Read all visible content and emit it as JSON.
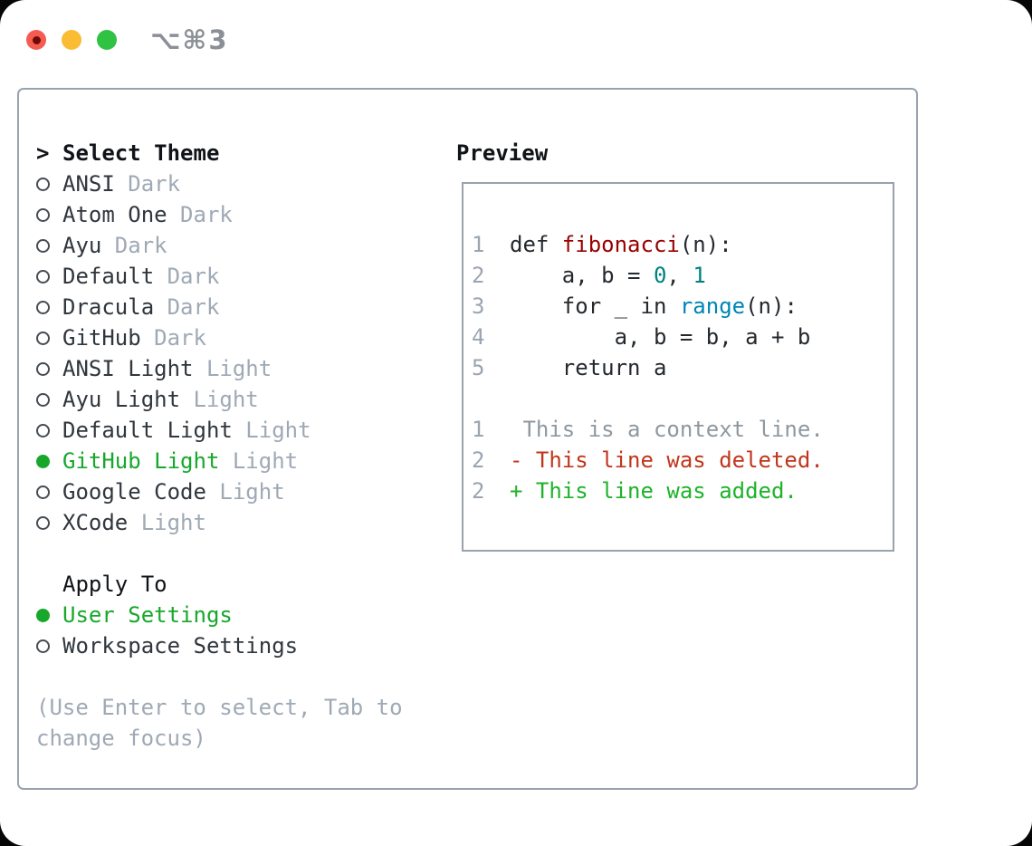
{
  "window": {
    "title": "⌥⌘3"
  },
  "theme_picker": {
    "header_prefix": ">",
    "header": "Select Theme",
    "themes": [
      {
        "name": "ANSI",
        "variant": "Dark",
        "selected": false
      },
      {
        "name": "Atom One",
        "variant": "Dark",
        "selected": false
      },
      {
        "name": "Ayu",
        "variant": "Dark",
        "selected": false
      },
      {
        "name": "Default",
        "variant": "Dark",
        "selected": false
      },
      {
        "name": "Dracula",
        "variant": "Dark",
        "selected": false
      },
      {
        "name": "GitHub",
        "variant": "Dark",
        "selected": false
      },
      {
        "name": "ANSI Light",
        "variant": "Light",
        "selected": false
      },
      {
        "name": "Ayu Light",
        "variant": "Light",
        "selected": false
      },
      {
        "name": "Default Light",
        "variant": "Light",
        "selected": false
      },
      {
        "name": "GitHub Light",
        "variant": "Light",
        "selected": true
      },
      {
        "name": "Google Code",
        "variant": "Light",
        "selected": false
      },
      {
        "name": "XCode",
        "variant": "Light",
        "selected": false
      }
    ],
    "apply_to": {
      "header": "Apply To",
      "options": [
        {
          "label": "User Settings",
          "selected": true
        },
        {
          "label": "Workspace Settings",
          "selected": false
        }
      ]
    },
    "hint_lines": [
      "(Use Enter to select, Tab to",
      "change focus)"
    ]
  },
  "preview": {
    "title": "Preview",
    "code_lines": [
      {
        "num": "1",
        "segments": [
          {
            "text": "def ",
            "color": "default"
          },
          {
            "text": "fibonacci",
            "color": "function"
          },
          {
            "text": "(n):",
            "color": "default"
          }
        ]
      },
      {
        "num": "2",
        "segments": [
          {
            "text": "    a, b = ",
            "color": "default"
          },
          {
            "text": "0",
            "color": "number"
          },
          {
            "text": ", ",
            "color": "default"
          },
          {
            "text": "1",
            "color": "number"
          }
        ]
      },
      {
        "num": "3",
        "segments": [
          {
            "text": "    for _ in ",
            "color": "default"
          },
          {
            "text": "range",
            "color": "builtin"
          },
          {
            "text": "(n):",
            "color": "default"
          }
        ]
      },
      {
        "num": "4",
        "segments": [
          {
            "text": "        a, b = b, a + b",
            "color": "default"
          }
        ]
      },
      {
        "num": "5",
        "segments": [
          {
            "text": "    return a",
            "color": "default"
          }
        ]
      },
      {
        "num": "",
        "segments": []
      },
      {
        "num": "1",
        "segments": [
          {
            "text": " This is a context line.",
            "color": "context"
          }
        ]
      },
      {
        "num": "2",
        "segments": [
          {
            "text": "- This line was deleted.",
            "color": "deleted"
          }
        ]
      },
      {
        "num": "2",
        "segments": [
          {
            "text": "+ This line was added.",
            "color": "added"
          }
        ]
      }
    ]
  },
  "colors": {
    "selected_green": "#17a82b",
    "added_green": "#1db32a",
    "deleted_red": "#c0361c",
    "function_red": "#990000",
    "number_teal": "#008080",
    "builtin_blue": "#0086b3",
    "context_gray": "#8e98a0",
    "muted_gray": "#9fa9b5",
    "text_dark": "#24292e"
  }
}
